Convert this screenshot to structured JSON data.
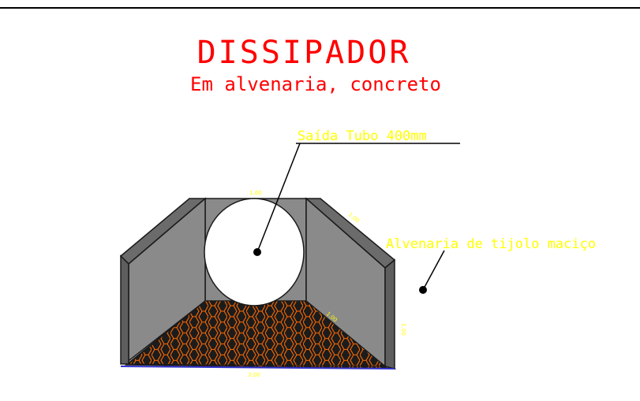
{
  "title": "DISSIPADOR",
  "subtitle": "Em alvenaria, concreto",
  "labels": {
    "pipe_outlet": "Saída Tubo 400mm",
    "masonry": "Alvenaria de tijolo maciço"
  },
  "dimensions": {
    "pipe_diameter": "1.00",
    "wing_top": "1.00",
    "floor_diagonal": "1.00",
    "right_height": "1.00",
    "base_width": "2.00"
  },
  "colors": {
    "title": "#ff0000",
    "labels": "#ffff00",
    "wall_face": "#8a8a8a",
    "wall_dark": "#5e5e5e",
    "wall_edge": "#1a1a1a",
    "floor_fill": "#1c1c1c",
    "floor_pattern": "#ff6a00",
    "base_line": "#3333cc",
    "frame": "#000000"
  }
}
